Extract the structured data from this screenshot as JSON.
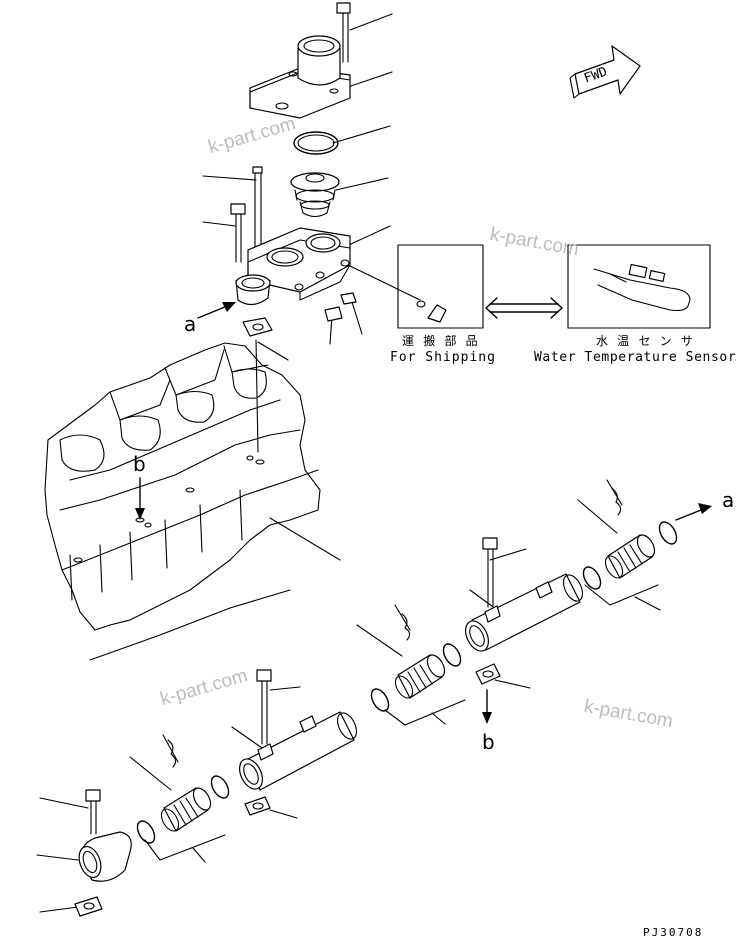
{
  "watermark": "k-part.com",
  "fwd_label": "FWD",
  "shipping": {
    "jp": "運 搬 部 品",
    "en": "For Shipping"
  },
  "sensor": {
    "jp": "水 温 セ ン サ",
    "en": "Water Temperature Sensor"
  },
  "markers": {
    "a": "a",
    "b": "b"
  },
  "diagram_code": "PJ30708"
}
